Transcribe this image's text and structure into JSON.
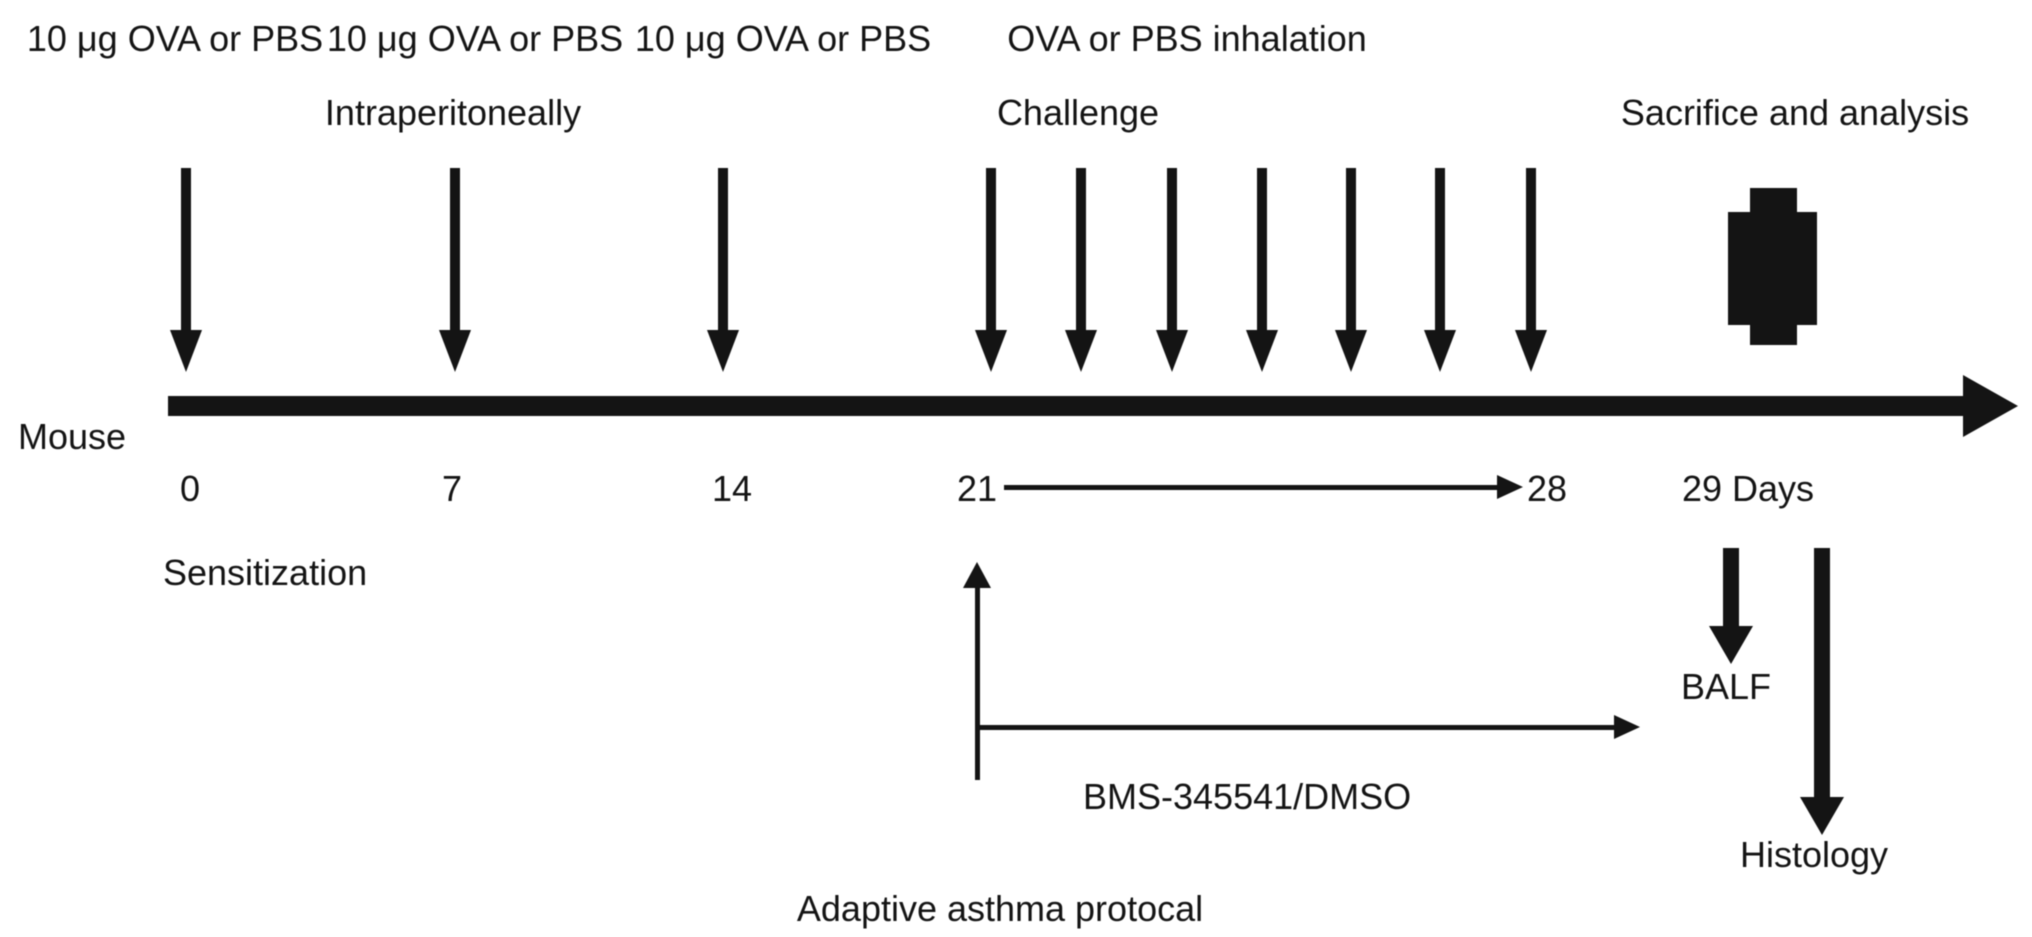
{
  "palette": {
    "ink": "#141414",
    "background": "#ffffff"
  },
  "figure": {
    "injection_labels": [
      "10 μg OVA or PBS",
      "10 μg OVA or PBS",
      "10 μg OVA or PBS"
    ],
    "inhalation_label": "OVA or PBS inhalation",
    "route_label": "Intraperitoneally",
    "challenge_label": "Challenge",
    "sacrifice_label": "Sacrifice and analysis",
    "subject_label": "Mouse",
    "day_ticks": [
      "0",
      "7",
      "14",
      "21",
      "28",
      "29 Days"
    ],
    "sensitization_label": "Sensitization",
    "treatment_label": "BMS-345541/DMSO",
    "balf_label": "BALF",
    "histology_label": "Histology",
    "protocol_label": "Adaptive asthma protocal",
    "icons": {
      "sacrifice_icon": "mouse-block-icon",
      "event_arrow": "down-arrow-icon",
      "timeline": "right-arrow-axis"
    }
  }
}
